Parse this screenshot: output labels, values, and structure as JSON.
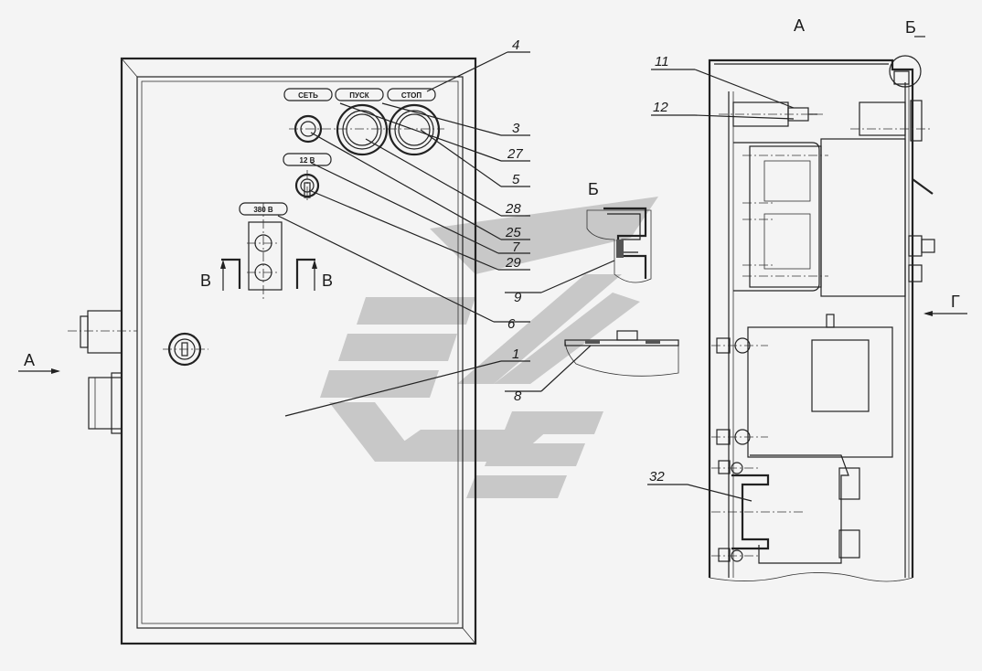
{
  "views": {
    "side_view_label": "А",
    "detail_label": "Б",
    "arrow_a": "А",
    "arrow_g": "Г",
    "section_b_left": "В",
    "section_b_right": "В"
  },
  "plates": {
    "set": "СЕТЬ",
    "pusk": "ПУСК",
    "stop": "СТОП",
    "v12": "12 В",
    "v380": "380 В"
  },
  "callouts": {
    "c1": "1",
    "c3": "3",
    "c4": "4",
    "c5": "5",
    "c6": "6",
    "c7": "7",
    "c8": "8",
    "c9": "9",
    "c11": "11",
    "c12": "12",
    "c25": "25",
    "c27": "27",
    "c28": "28",
    "c29": "29",
    "c32": "32"
  },
  "colors": {
    "line": "#222222",
    "watermark": "#c8c8c8",
    "background": "#f4f4f4"
  }
}
